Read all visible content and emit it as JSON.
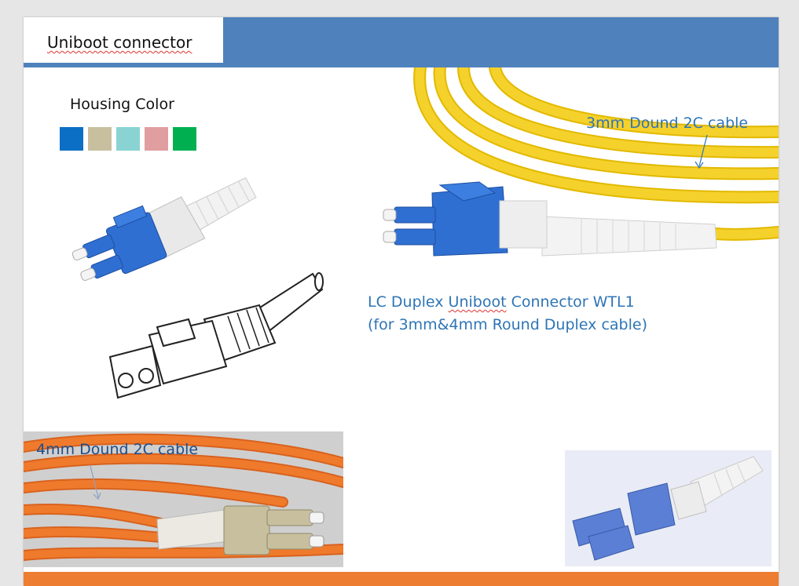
{
  "slide": {
    "title": "Uniboot connector",
    "housing_label": "Housing Color",
    "housing_colors": [
      "#0b6fc6",
      "#c7bf9e",
      "#8ad3d3",
      "#e09ea1",
      "#00b050"
    ],
    "cable_label_top": "3mm Dound 2C cable",
    "caption_line1_a": "LC Duplex ",
    "caption_line1_b": "Uniboot",
    "caption_line1_c": " Connector WTL1",
    "caption_line2": "(for  3mm&4mm   Round Duplex cable)",
    "cable_label_bottom": "4mm Dound 2C cable"
  },
  "colors": {
    "header": "#4f81bd",
    "footer": "#ed7d31",
    "caption_blue": "#2e75b6",
    "cable_yellow": "#f5d12c",
    "cable_orange": "#f07a2c",
    "connector_blue": "#2f6fd1"
  }
}
